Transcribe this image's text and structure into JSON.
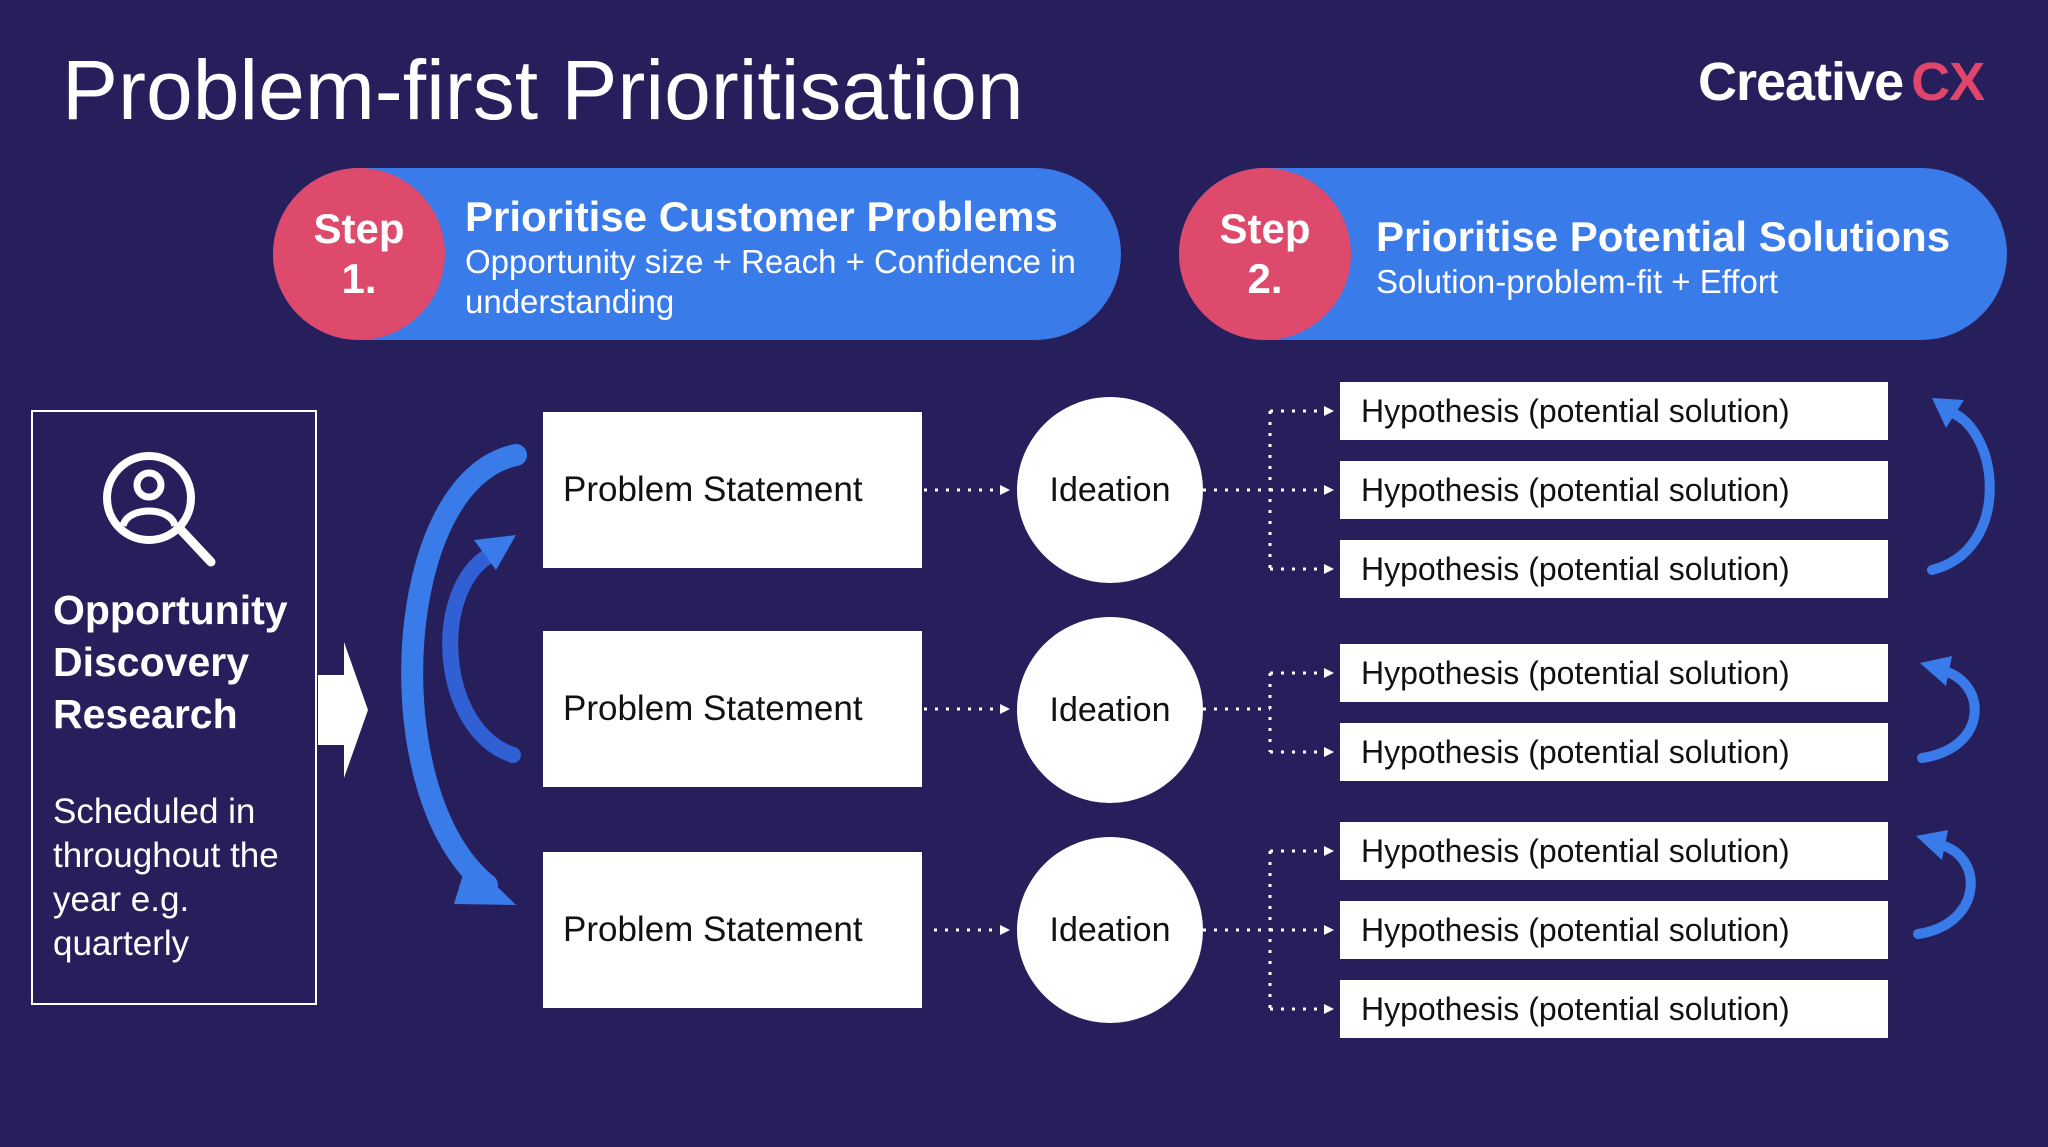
{
  "title": "Problem-first Prioritisation",
  "logo": {
    "word": "Creative",
    "accent": "CX"
  },
  "colors": {
    "background": "#261f5c",
    "pill": "#3a7bea",
    "badge": "#dd4a6b",
    "arrow": "#3a7bea"
  },
  "steps": [
    {
      "badge_line1": "Step",
      "badge_line2": "1.",
      "heading": "Prioritise Customer Problems",
      "subtitle": "Opportunity size + Reach + Confidence in understanding"
    },
    {
      "badge_line1": "Step",
      "badge_line2": "2.",
      "heading": "Prioritise Potential Solutions",
      "subtitle": "Solution-problem-fit + Effort"
    }
  ],
  "research": {
    "icon": "user-search-icon",
    "heading_lines": [
      "Opportunity",
      "Discovery",
      "Research"
    ],
    "note": "Scheduled in throughout the year e.g. quarterly"
  },
  "rows": [
    {
      "problem": "Problem Statement",
      "ideation": "Ideation",
      "hypotheses": [
        "Hypothesis (potential solution)",
        "Hypothesis (potential solution)",
        "Hypothesis (potential solution)"
      ]
    },
    {
      "problem": "Problem Statement",
      "ideation": "Ideation",
      "hypotheses": [
        "Hypothesis (potential solution)",
        "Hypothesis (potential solution)"
      ]
    },
    {
      "problem": "Problem Statement",
      "ideation": "Ideation",
      "hypotheses": [
        "Hypothesis (potential solution)",
        "Hypothesis (potential solution)",
        "Hypothesis (potential solution)"
      ]
    }
  ]
}
